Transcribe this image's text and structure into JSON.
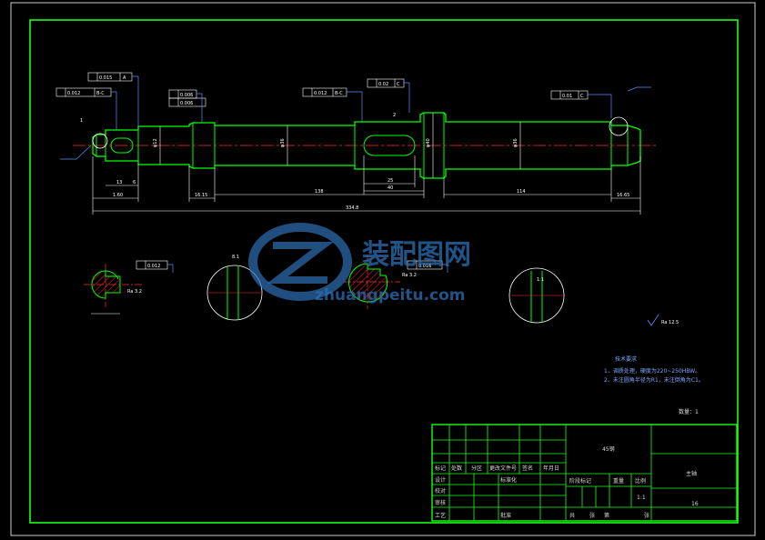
{
  "watermark": {
    "title": "装配图网",
    "url": "zhuangpeitu.com"
  },
  "dimensions": {
    "total_length": "334.8",
    "seg1": "1.60",
    "seg2": "13",
    "seg3": "6",
    "seg4": "16.15",
    "seg5": "138",
    "seg6": "40",
    "seg7": "25",
    "seg8": "114",
    "seg9": "16.65",
    "dia_a": "φ12",
    "dia_b": "φ36",
    "dia_c": "φ40",
    "dia_d": "φ36"
  },
  "tolerances": {
    "t1": "0.015",
    "t1_ref": "A",
    "t2": "0.012",
    "t2_ref": "B-C",
    "t3": "0.006",
    "t4": "0.012",
    "t4_ref": "B-C",
    "t5": "0.02",
    "t5_ref": "C",
    "t6": "0.01",
    "t6_ref": "C",
    "t7": "0.012",
    "t8": "0.016",
    "label_1": "1",
    "label_2": "2"
  },
  "roughness": {
    "r1": "Ra 3.2",
    "r2": "Ra 3.2",
    "general": "Ra 12.5"
  },
  "section_labels": {
    "s1": "8.1",
    "s2": "1:1"
  },
  "notes": {
    "heading": "技术要求",
    "item1": "1、调质处理，硬度为220~250HBW。",
    "item2": "2、未注圆角半径为R1，未注倒角为C1。"
  },
  "quantity": "数量：1",
  "title_block": {
    "material": "45钢",
    "part_name": "主轴",
    "drawing_no": "16",
    "headers": [
      "标记",
      "处数",
      "分区",
      "更改文件号",
      "签名",
      "年月日"
    ],
    "design": "设计",
    "standardize": "标准化",
    "review": "审核",
    "approve": "批准",
    "process": "工艺",
    "stage_mark": "阶段标记",
    "weight": "重量",
    "scale": "比例",
    "scale_value": "1:1",
    "sheets_label": "共",
    "sheets_total": "张",
    "sheet_label": "第",
    "sheet_num": "张",
    "check": "校对"
  },
  "colors": {
    "border": "#18ff18",
    "outline": "#00ff00",
    "dimension": "#ffffff",
    "centerline": "#ff3030",
    "hatch": "#ff2020",
    "leader": "#5a8cff",
    "note": "#7fa8ff",
    "watermark": "#2c6fb5"
  }
}
